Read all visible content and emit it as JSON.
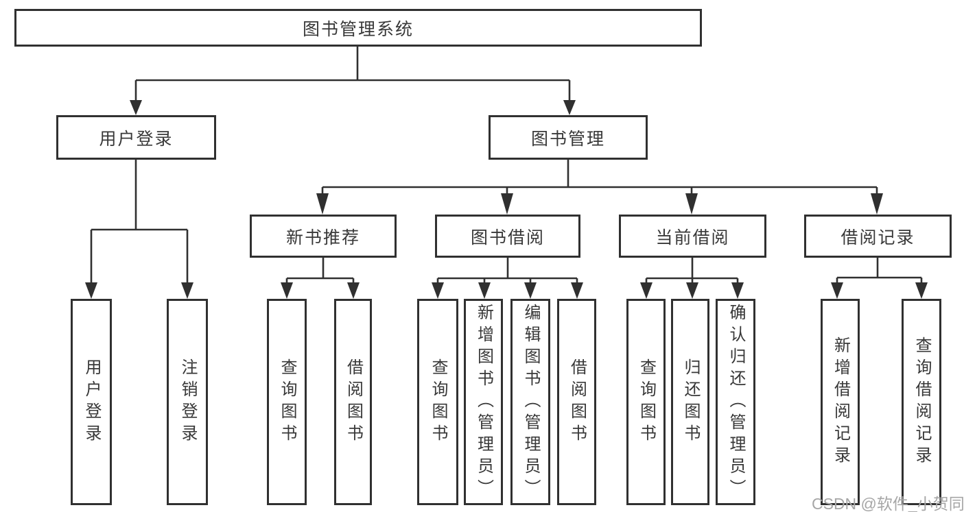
{
  "diagram": {
    "root": {
      "label": "图书管理系统"
    },
    "level2": [
      {
        "label": "用户登录"
      },
      {
        "label": "图书管理"
      }
    ],
    "level3": [
      {
        "label": "新书推荐"
      },
      {
        "label": "图书借阅"
      },
      {
        "label": "当前借阅"
      },
      {
        "label": "借阅记录"
      }
    ],
    "leaves": {
      "user_login": [
        "用户登录",
        "注销登录"
      ],
      "new_book": [
        "查询图书",
        "借阅图书"
      ],
      "book_borrow": [
        "查询图书",
        "新增图书（管理员）",
        "编辑图书（管理员）",
        "借阅图书"
      ],
      "current_borrow": [
        "查询图书",
        "归还图书",
        "确认归还（管理员）"
      ],
      "borrow_record": [
        "新增借阅记录",
        "查询借阅记录"
      ]
    }
  },
  "watermark": {
    "text": "CSDN @软件_小贺同学"
  },
  "colors": {
    "line": "#303030",
    "box_border": "#303030",
    "text": "#383838",
    "background": "#ffffff",
    "watermark": "#a6a6a6"
  }
}
